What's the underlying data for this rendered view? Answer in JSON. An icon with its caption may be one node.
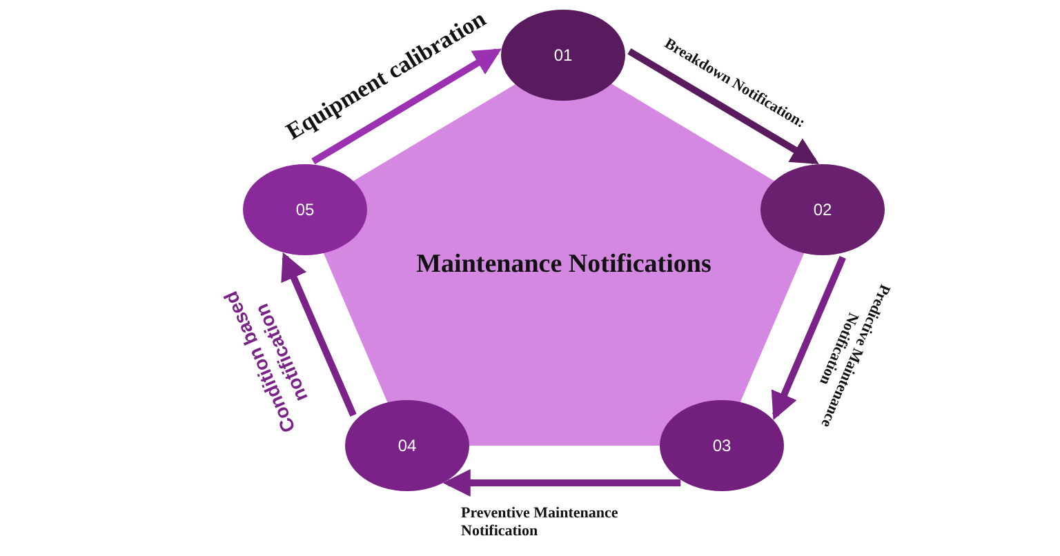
{
  "diagram": {
    "nodes": [
      {
        "text": [
          "Maintenance Notifications"
        ]
      },
      {
        "text": [
          "01"
        ]
      },
      {
        "text": [
          "02"
        ]
      },
      {
        "text": [
          "03"
        ]
      },
      {
        "text": [
          "04"
        ]
      },
      {
        "text": [
          "05"
        ]
      }
    ],
    "edges": [
      {
        "from": 5,
        "to": 1,
        "arrow": "to",
        "label": "Equipment calibration",
        "color": "#9b30b0"
      },
      {
        "from": 1,
        "to": 2,
        "arrow": "to",
        "label": "Breakdown Notification:",
        "color": "#5a1a5e"
      },
      {
        "from": 2,
        "to": 3,
        "arrow": "to",
        "label": "Predictive Maintenance Notification"
      },
      {
        "from": 3,
        "to": 4,
        "arrow": "to",
        "label": "Preventive Maintenance Notification"
      },
      {
        "from": 4,
        "to": 5,
        "arrow": "to",
        "label": "Condition based notification"
      }
    ]
  }
}
